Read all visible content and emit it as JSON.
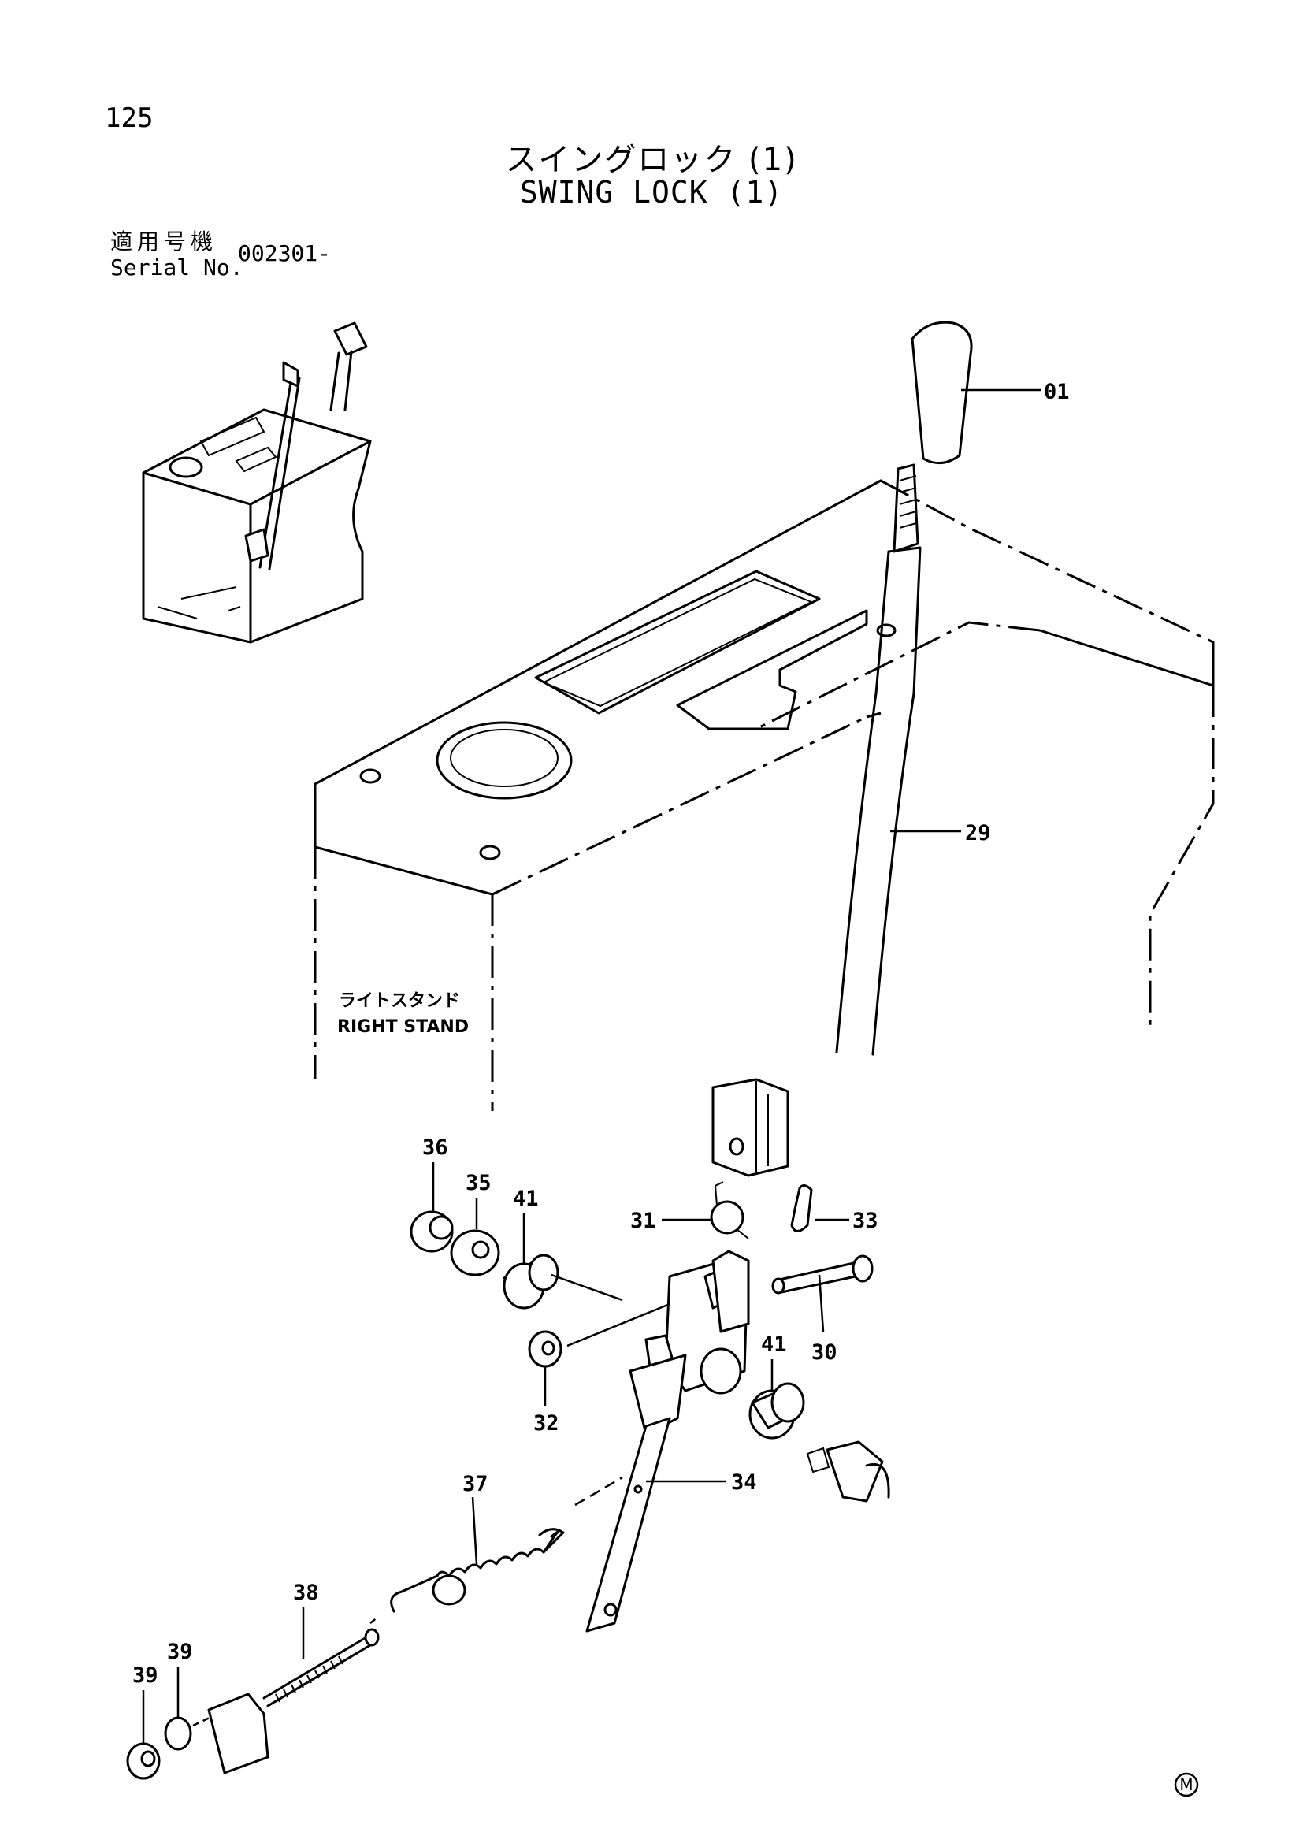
{
  "page": {
    "number": "125",
    "title_jp": "スイングロック (1)",
    "title_en": "SWING LOCK (1)",
    "serial_label_jp": "適用号機",
    "serial_label_en": "Serial No.",
    "serial_value": "002301-"
  },
  "stand_label": {
    "jp": "ライトスタンド",
    "en": "RIGHT STAND"
  },
  "callouts": [
    "01",
    "29",
    "36",
    "35",
    "41",
    "31",
    "33",
    "30",
    "32",
    "41",
    "34",
    "37",
    "38",
    "39",
    "39"
  ],
  "corner_mark": "M"
}
